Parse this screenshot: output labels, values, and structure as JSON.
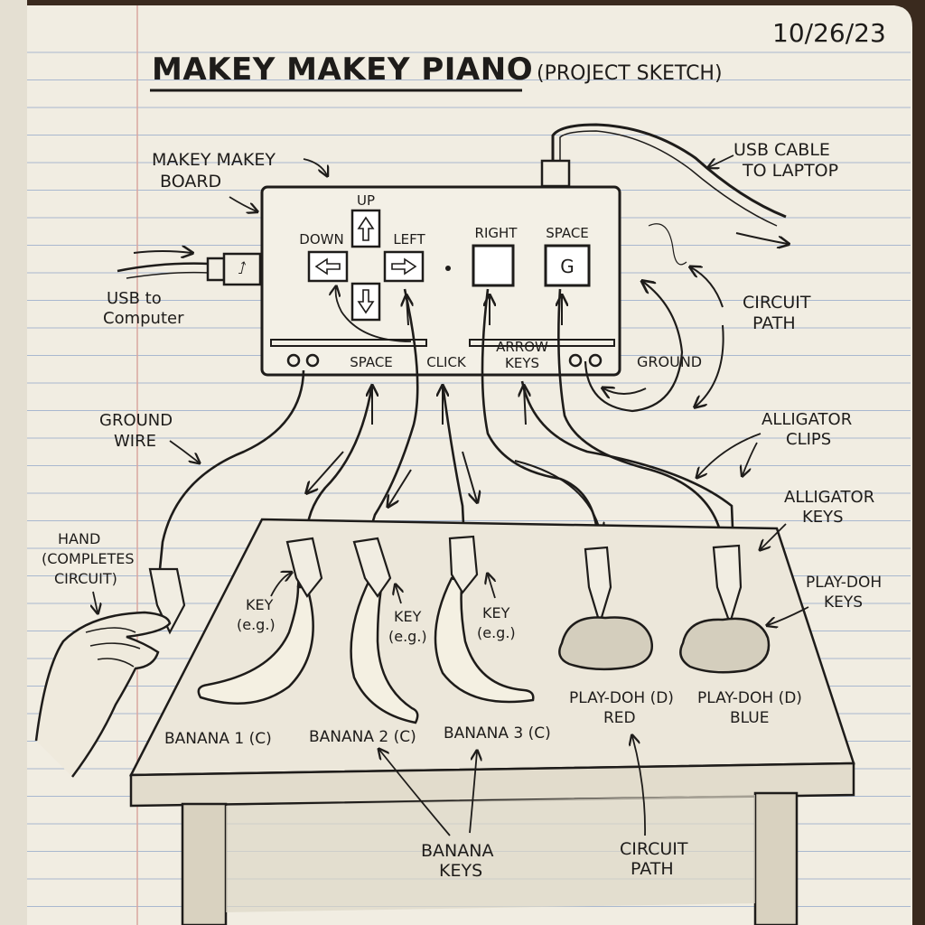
{
  "date": "10/26/23",
  "title": "MAKEY MAKEY PIANO",
  "subtitle": "(PROJECT SKETCH)",
  "board": {
    "label": [
      "MAKEY MAKEY",
      "BOARD"
    ],
    "keys": {
      "up": "UP",
      "down": "DOWN",
      "left": "LEFT",
      "right": "RIGHT",
      "space": "SPACE",
      "space_key_letter": "G"
    },
    "bottom_labels": {
      "space": "SPACE",
      "click": "CLICK",
      "arrow_keys": [
        "ARROW",
        "KEYS"
      ]
    }
  },
  "labels": {
    "usb_cable": [
      "USB CABLE",
      "TO LAPTOP"
    ],
    "usb_computer": [
      "USB to",
      "Computer"
    ],
    "circuit_path_top": [
      "CIRCUIT",
      "PATH"
    ],
    "ground": "GROUND",
    "alligator_clips": [
      "ALLIGATOR",
      "CLIPS"
    ],
    "alligator_keys": [
      "ALLIGATOR",
      "KEYS"
    ],
    "ground_wire": [
      "GROUND",
      "WIRE"
    ],
    "hand": [
      "HAND",
      "(COMPLETES",
      "CIRCUIT)"
    ],
    "playdoh_keys": [
      "PLAY-DOH",
      "KEYS"
    ],
    "key_eg_1": [
      "KEY",
      "(e.g.)"
    ],
    "key_eg_2": [
      "KEY",
      "(e.g.)"
    ],
    "key_eg_3": [
      "KEY",
      "(e.g.)"
    ],
    "banana_1": "BANANA 1 (C)",
    "banana_2": "BANANA 2 (C)",
    "banana_3": "BANANA 3 (C)",
    "playdoh_red": [
      "PLAY-DOH (D)",
      "RED"
    ],
    "playdoh_blue": [
      "PLAY-DOH (D)",
      "BLUE"
    ],
    "banana_keys": [
      "BANANA",
      "KEYS"
    ],
    "circuit_path_bottom": [
      "CIRCUIT",
      "PATH"
    ]
  },
  "colors": {
    "paper": "#f1ede2",
    "rule_line": "#a9b8cf",
    "margin_line": "#d9a6a0",
    "ink": "#1e1c1a",
    "desk": "#3a2a1e"
  }
}
